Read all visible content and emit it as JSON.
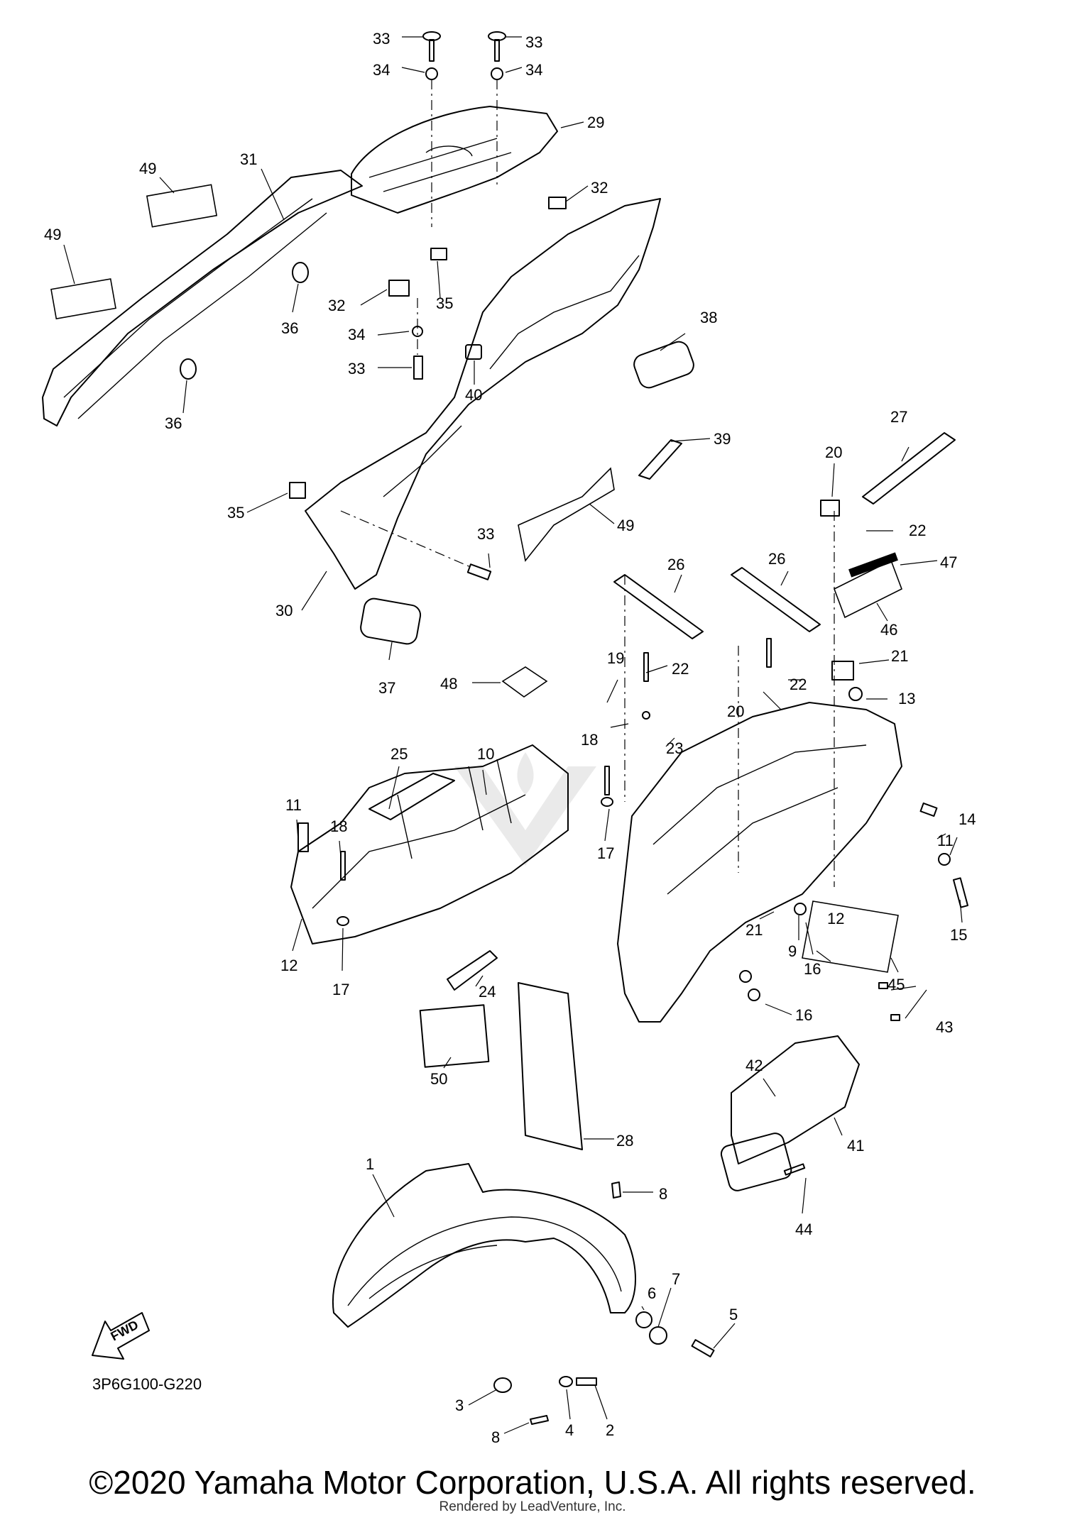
{
  "diagram_code": "3P6G100-G220",
  "fwd_label": "FWD",
  "copyright": "©2020 Yamaha Motor Corporation, U.S.A. All rights reserved.",
  "rendered_by": "Rendered by LeadVenture, Inc.",
  "callouts": [
    {
      "id": "c33a",
      "label": "33"
    },
    {
      "id": "c33b",
      "label": "33"
    },
    {
      "id": "c34a",
      "label": "34"
    },
    {
      "id": "c34b",
      "label": "34"
    },
    {
      "id": "c29",
      "label": "29"
    },
    {
      "id": "c49a",
      "label": "49"
    },
    {
      "id": "c31",
      "label": "31"
    },
    {
      "id": "c32a",
      "label": "32"
    },
    {
      "id": "c49b",
      "label": "49"
    },
    {
      "id": "c36a",
      "label": "36"
    },
    {
      "id": "c32b",
      "label": "32"
    },
    {
      "id": "c35a",
      "label": "35"
    },
    {
      "id": "c38",
      "label": "38"
    },
    {
      "id": "c34c",
      "label": "34"
    },
    {
      "id": "c33c",
      "label": "33"
    },
    {
      "id": "c40",
      "label": "40"
    },
    {
      "id": "c36b",
      "label": "36"
    },
    {
      "id": "c39",
      "label": "39"
    },
    {
      "id": "c27",
      "label": "27"
    },
    {
      "id": "c20a",
      "label": "20"
    },
    {
      "id": "c35b",
      "label": "35"
    },
    {
      "id": "c49c",
      "label": "49"
    },
    {
      "id": "c22a",
      "label": "22"
    },
    {
      "id": "c33d",
      "label": "33"
    },
    {
      "id": "c47",
      "label": "47"
    },
    {
      "id": "c26a",
      "label": "26"
    },
    {
      "id": "c26b",
      "label": "26"
    },
    {
      "id": "c30",
      "label": "30"
    },
    {
      "id": "c46",
      "label": "46"
    },
    {
      "id": "c21a",
      "label": "21"
    },
    {
      "id": "c22b",
      "label": "22"
    },
    {
      "id": "c37",
      "label": "37"
    },
    {
      "id": "c48",
      "label": "48"
    },
    {
      "id": "c19",
      "label": "19"
    },
    {
      "id": "c22c",
      "label": "22"
    },
    {
      "id": "c20b",
      "label": "20"
    },
    {
      "id": "c13",
      "label": "13"
    },
    {
      "id": "c25",
      "label": "25"
    },
    {
      "id": "c10",
      "label": "10"
    },
    {
      "id": "c18a",
      "label": "18"
    },
    {
      "id": "c23",
      "label": "23"
    },
    {
      "id": "c11a",
      "label": "11"
    },
    {
      "id": "c18b",
      "label": "18"
    },
    {
      "id": "c11b",
      "label": "11"
    },
    {
      "id": "c14",
      "label": "14"
    },
    {
      "id": "c17a",
      "label": "17"
    },
    {
      "id": "c12a",
      "label": "12"
    },
    {
      "id": "c21b",
      "label": "21"
    },
    {
      "id": "c9",
      "label": "9"
    },
    {
      "id": "c16a",
      "label": "16"
    },
    {
      "id": "c12b",
      "label": "12"
    },
    {
      "id": "c15",
      "label": "15"
    },
    {
      "id": "c17b",
      "label": "17"
    },
    {
      "id": "c45",
      "label": "45"
    },
    {
      "id": "c24",
      "label": "24"
    },
    {
      "id": "c16b",
      "label": "16"
    },
    {
      "id": "c42",
      "label": "42"
    },
    {
      "id": "c43",
      "label": "43"
    },
    {
      "id": "c50",
      "label": "50"
    },
    {
      "id": "c28",
      "label": "28"
    },
    {
      "id": "c41",
      "label": "41"
    },
    {
      "id": "c1",
      "label": "1"
    },
    {
      "id": "c8a",
      "label": "8"
    },
    {
      "id": "c44",
      "label": "44"
    },
    {
      "id": "c6",
      "label": "6"
    },
    {
      "id": "c7",
      "label": "7"
    },
    {
      "id": "c5",
      "label": "5"
    },
    {
      "id": "c3",
      "label": "3"
    },
    {
      "id": "c4",
      "label": "4"
    },
    {
      "id": "c2",
      "label": "2"
    },
    {
      "id": "c8b",
      "label": "8"
    }
  ]
}
